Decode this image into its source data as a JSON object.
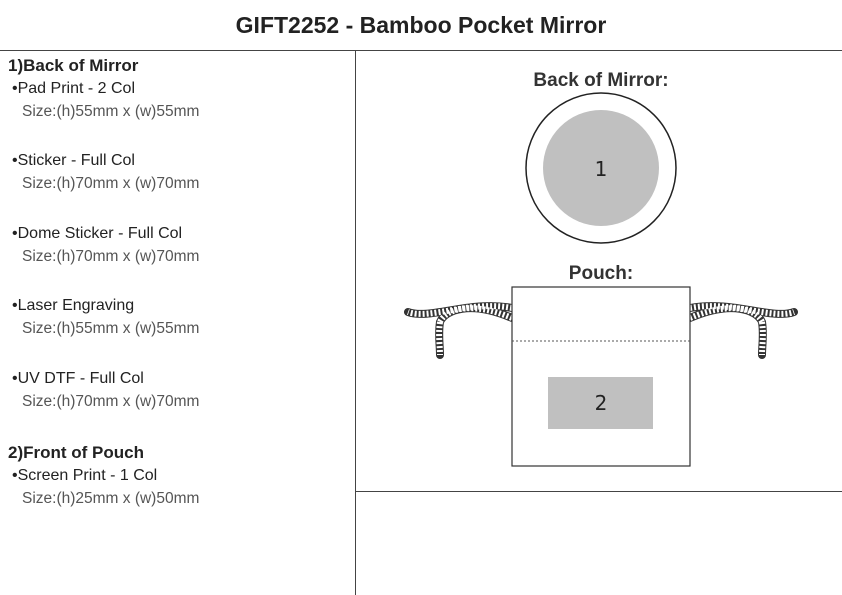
{
  "title": "GIFT2252 - Bamboo Pocket Mirror",
  "sections": [
    {
      "heading": "1)Back of Mirror",
      "items": [
        {
          "name": "Pad Print - 2 Col",
          "size": "Size:(h)55mm x (w)55mm"
        },
        {
          "name": "Sticker - Full Col",
          "size": "Size:(h)70mm x (w)70mm"
        },
        {
          "name": "Dome Sticker - Full Col",
          "size": "Size:(h)70mm x (w)70mm"
        },
        {
          "name": "Laser Engraving",
          "size": "Size:(h)55mm x (w)55mm"
        },
        {
          "name": "UV DTF - Full Col",
          "size": "Size:(h)70mm x (w)70mm"
        }
      ]
    },
    {
      "heading": "2)Front of Pouch",
      "items": [
        {
          "name": "Screen Print - 1 Col",
          "size": "Size:(h)25mm x (w)50mm"
        }
      ]
    }
  ],
  "diagram": {
    "mirror_label": "Back of Mirror:",
    "mirror_area": "1",
    "pouch_label": "Pouch:",
    "pouch_area": "2",
    "area_color": "#c0c0c0"
  },
  "bullet": "•"
}
